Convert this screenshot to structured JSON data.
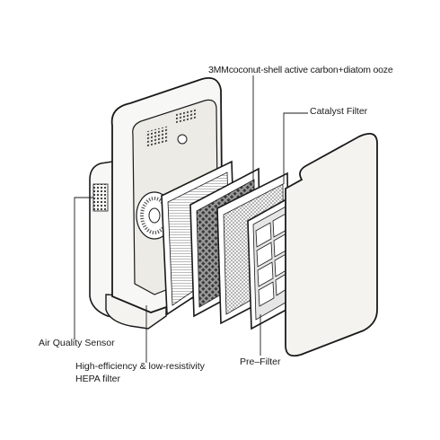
{
  "labels": {
    "carbon_filter": "3MMcoconut-shell active carbon+diatom ooze",
    "catalyst_filter": "Catalyst Filter",
    "air_quality_sensor": "Air Quality Sensor",
    "hepa_line1": "High-efficiency & low-resistivity",
    "hepa_line2": "HEPA filter",
    "pre_filter": "Pre–Filter"
  },
  "colors": {
    "line": "#1a1a1a",
    "body": "#f7f7f5",
    "panel": "#ecebe6",
    "filter_face": "#f4f3ef"
  }
}
